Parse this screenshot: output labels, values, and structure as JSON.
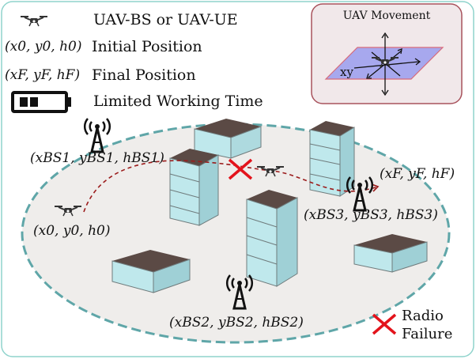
{
  "legend": {
    "uav_label": "UAV-BS or UAV-UE",
    "initial_math": "(x0, y0, h0)",
    "initial_label": "Initial Position",
    "final_math": "(xF, yF, hF)",
    "final_label": "Final Position",
    "battery_label": "Limited Working Time"
  },
  "inset": {
    "title": "UAV Movement",
    "plane_label": "xy"
  },
  "diagram": {
    "bs1_coord": "(xBS1, yBS1, hBS1)",
    "bs2_coord": "(xBS2, yBS2, hBS2)",
    "bs3_coord": "(xBS3, yBS3, hBS3)",
    "start_coord": "(x0, y0, h0)",
    "end_coord": "(xF, yF, hF)",
    "failure_label_line1": "Radio",
    "failure_label_line2": "Failure"
  },
  "colors": {
    "frame_border": "#8fd3cc",
    "area_fill": "#efedeb",
    "area_border": "#5fa6a8",
    "path": "#9b1b1b",
    "failure_x": "#e3131b",
    "inset_bg": "#f1e8ea",
    "inset_border": "#a8525c",
    "plane_fill": "#a7a8ee",
    "building_window": "#bfe8ec"
  }
}
